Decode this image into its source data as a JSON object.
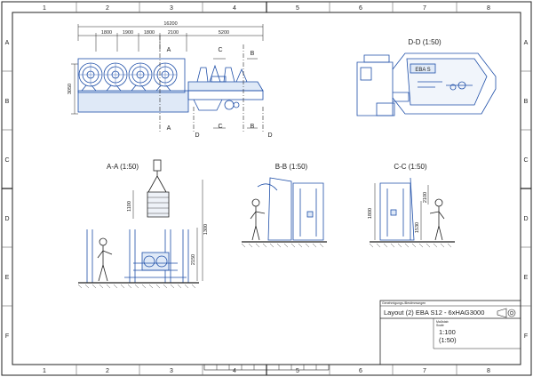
{
  "sheet": {
    "cols_top": [
      "1",
      "2",
      "3",
      "4",
      "5",
      "6",
      "7",
      "8"
    ],
    "cols_bottom": [
      "1",
      "2",
      "3",
      "4",
      "5",
      "6",
      "7",
      "8"
    ],
    "rows_left": [
      "A",
      "B",
      "C",
      "D",
      "E",
      "F"
    ],
    "rows_right": [
      "A",
      "B",
      "C",
      "D",
      "E",
      "F"
    ]
  },
  "plan_view": {
    "overall_dim": "16200",
    "dims": [
      "1800",
      "1900",
      "1800",
      "2100",
      "5200"
    ],
    "height_dim": "3050",
    "section_markers": [
      "A",
      "A",
      "C",
      "C",
      "B",
      "B",
      "D",
      "D"
    ]
  },
  "views": {
    "dd": {
      "title": "D-D (1:50)",
      "brand_text": "EBA S"
    },
    "aa": {
      "title": "A-A (1:50)",
      "dims": [
        "1100",
        "1300",
        "2150"
      ]
    },
    "bb": {
      "title": "B-B (1:50)"
    },
    "cc": {
      "title": "C-C (1:50)",
      "dims": [
        "2100",
        "1800",
        "1530"
      ]
    }
  },
  "title_block": {
    "small_label": "Genehmigungs-/Bestimmungen",
    "title": "Layout (2) EBA S12 - 6xHAG3000",
    "scale_label": "Maßstab",
    "scale_sub": "Scale",
    "scale_main": "1:100",
    "scale_detail": "(1:50)"
  }
}
